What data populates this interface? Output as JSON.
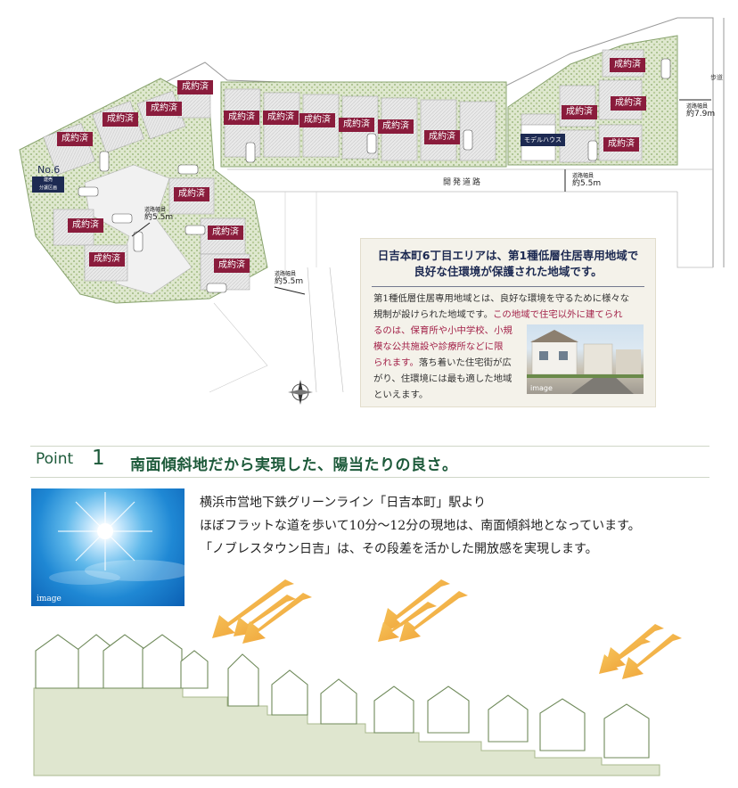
{
  "site_plan": {
    "lot_status_label": "成約済",
    "lots": [
      {
        "label": "成約済"
      },
      {
        "label": "成約済"
      },
      {
        "label": "成約済"
      },
      {
        "label": "成約済"
      },
      {
        "label": "成約済"
      },
      {
        "label": "成約済"
      },
      {
        "label": "成約済"
      },
      {
        "label": "成約済"
      },
      {
        "label": "成約済"
      },
      {
        "label": "成約済"
      },
      {
        "label": "成約済"
      },
      {
        "label": "成約済"
      },
      {
        "label": "成約済"
      },
      {
        "label": "成約済"
      },
      {
        "label": "成約済"
      },
      {
        "label": "成約済"
      },
      {
        "label": "成約済"
      },
      {
        "label": "成約済"
      },
      {
        "label": "成約済"
      }
    ],
    "lot6": {
      "number": "No.6",
      "sub1": "建売",
      "sub2": "分譲区画"
    },
    "model_house": "モデルハウス",
    "development_road": "開発道路",
    "road_label_small": "歩道",
    "road_widths": [
      {
        "caption": "道路幅員",
        "value": "約5.5m"
      },
      {
        "caption": "道路幅員",
        "value": "約5.5m"
      },
      {
        "caption": "道路幅員",
        "value": "約5.5m"
      },
      {
        "caption": "道路幅員",
        "value": "約7.9m"
      }
    ]
  },
  "info": {
    "title_line1": "日吉本町6丁目エリアは、第1種低層住居専用地域で",
    "title_line2": "良好な住環境が保護された地域です。",
    "body_line1": "第1種低層住居専用地域とは、良好な環境を守るために様々な",
    "body_line2_a": "規制が設けられた地域です。",
    "body_line2_b": "この地域で住宅以外に建てられ",
    "body_line3": "るのは、保育所や小中学校、小規",
    "body_line4": "模な公共施設や診療所などに限",
    "body_line5_a": "られます。",
    "body_line5_b": "落ち着いた住宅街が広",
    "body_line6": "がり、住環境には最も適した地域",
    "body_line7": "といえます。",
    "photo_caption": "image"
  },
  "point": {
    "label": "Point",
    "number": "1",
    "title": "南面傾斜地だから実現した、陽当たりの良さ。",
    "photo_caption": "image",
    "line1": "横浜市営地下鉄グリーンライン「日吉本町」駅より",
    "line2": "ほぼフラットな道を歩いて10分～12分の現地は、南面傾斜地となっています。",
    "line3": "「ノブレスタウン日吉」は、その段差を活かした開放感を実現します。"
  },
  "colors": {
    "sold_label": "#8a1c3c",
    "model_house": "#1d2a52",
    "point_green": "#1d5a3a",
    "highlight_text": "#a3234a",
    "slope_ground": "#dfe6cf",
    "arrow_orange": "#f0a030"
  }
}
